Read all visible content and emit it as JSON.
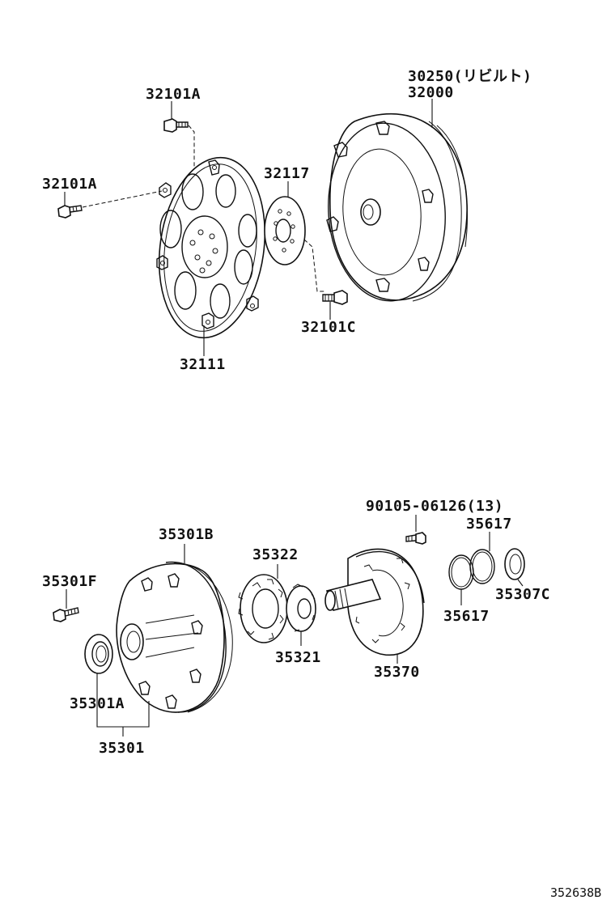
{
  "diagram": {
    "labels": {
      "p32101a_top": "32101A",
      "p32101a_left": "32101A",
      "p32117": "32117",
      "p30250": "30250(リビルト)",
      "p32000": "32000",
      "p32101c": "32101C",
      "p32111": "32111",
      "p90105": "90105-06126(13)",
      "p35617_top": "35617",
      "p35301b": "35301B",
      "p35322": "35322",
      "p35301f": "35301F",
      "p35307c": "35307C",
      "p35617_bottom": "35617",
      "p35321": "35321",
      "p35370": "35370",
      "p35301a": "35301A",
      "p35301": "35301"
    },
    "reference": "352638B"
  }
}
